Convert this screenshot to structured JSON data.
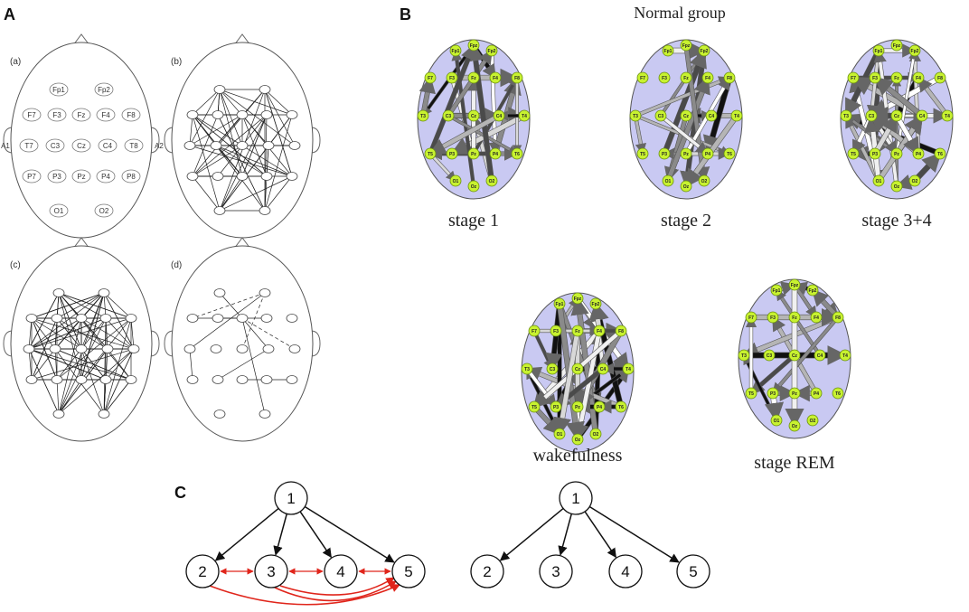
{
  "panels": {
    "A": {
      "letter": "A",
      "sub": [
        "(a)",
        "(b)",
        "(c)",
        "(d)"
      ],
      "ear_left": "A1",
      "ear_right": "A2",
      "electrodes": [
        "Fp1",
        "Fp2",
        "F7",
        "F3",
        "Fz",
        "F4",
        "F8",
        "T7",
        "C3",
        "Cz",
        "C4",
        "T8",
        "P7",
        "P3",
        "Pz",
        "P4",
        "P8",
        "O1",
        "O2"
      ]
    },
    "B": {
      "letter": "B",
      "title": "Normal group",
      "maps": [
        "stage 1",
        "stage 2",
        "stage 3+4",
        "wakefulness",
        "stage REM"
      ],
      "node_labels": [
        "Fp1",
        "Fpz",
        "Fp2",
        "F7",
        "F3",
        "Fz",
        "F4",
        "F8",
        "T3",
        "C3",
        "Cz",
        "C4",
        "T4",
        "T5",
        "P3",
        "Pz",
        "P4",
        "T6",
        "O1",
        "Oz",
        "O2"
      ]
    },
    "C": {
      "letter": "C",
      "left_graph": {
        "nodes": [
          "1",
          "2",
          "3",
          "4",
          "5"
        ]
      },
      "right_graph": {
        "nodes": [
          "1",
          "2",
          "3",
          "4",
          "5"
        ]
      },
      "colors": {
        "direct": "#111111",
        "indirect": "#e0251b"
      }
    }
  },
  "colors": {
    "scalp_fill": "#c9c9f2",
    "node_fill": "#c8f230",
    "node_stroke": "#6a8f10"
  }
}
